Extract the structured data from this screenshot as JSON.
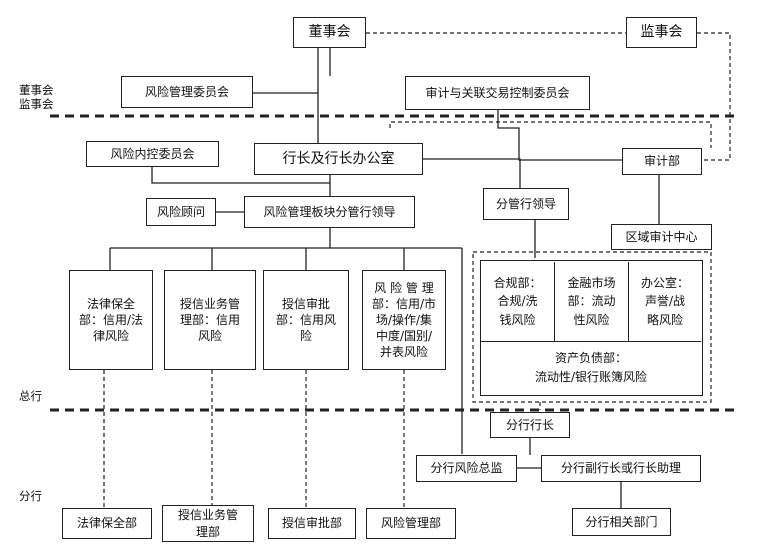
{
  "sections": {
    "board_label": "董事会\n监事会",
    "head_office_label": "总行",
    "branch_label": "分行"
  },
  "boxes": {
    "board": "董事会",
    "supervisory": "监事会",
    "risk_mgmt_committee": "风险管理委员会",
    "audit_committee": "审计与关联交易控制委员会",
    "internal_control_committee": "风险内控委员会",
    "president_office": "行长及行长办公室",
    "audit_dept": "审计部",
    "risk_advisor": "风险顾问",
    "risk_leader": "风险管理板块分管行领导",
    "division_leader": "分管行领导",
    "regional_audit": "区域审计中心",
    "legal_dept": "法律保全\n部：信用/法\n律风险",
    "credit_business_dept": "授信业务管\n理部：信用\n风险",
    "credit_approval_dept": "授信审批\n部：信用风\n险",
    "risk_mgmt_dept": "风 险 管 理\n部：信用/市\n场/操作/集\n中度/国别/\n并表风险",
    "compliance": "合规部：\n合规/洗\n钱风险",
    "financial_market": "金融市场\n部：流动\n性风险",
    "office": "办公室：\n声誉/战\n略风险",
    "asset_liability": "资产负债部：\n流动性/银行账簿风险",
    "branch_president": "分行行长",
    "branch_risk_director": "分行风险总监",
    "branch_vp": "分行副行长或行长助理",
    "branch_legal": "法律保全部",
    "branch_credit_business": "授信业务管\n理部",
    "branch_credit_approval": "授信审批部",
    "branch_risk_mgmt": "风险管理部",
    "branch_depts": "分行相关部门"
  }
}
